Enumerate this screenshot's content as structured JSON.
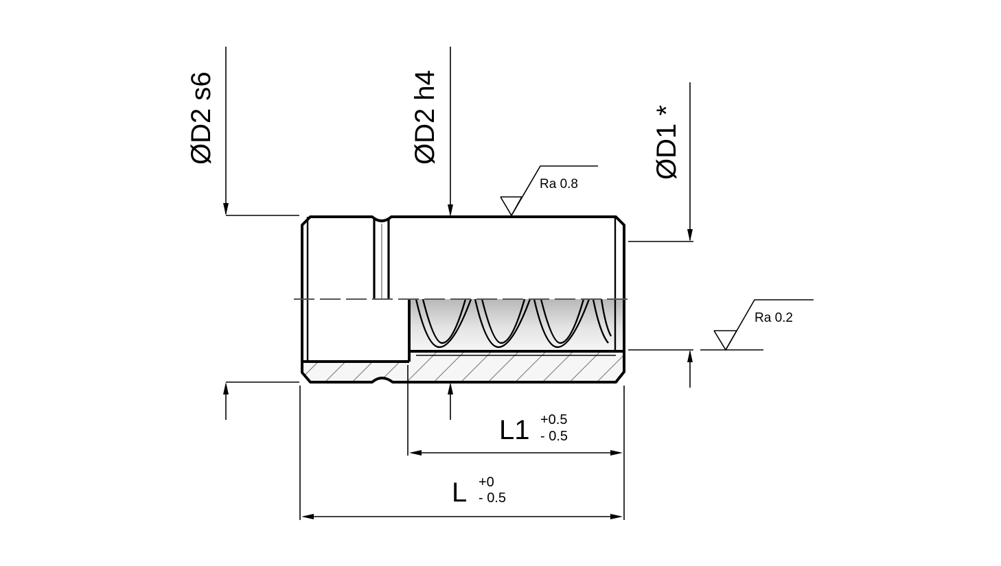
{
  "diameters": {
    "d2_s6": "ØD2 s6",
    "d2_h4": "ØD2 h4",
    "d1": "ØD1 *"
  },
  "lengths": {
    "l1": {
      "symbol": "L1",
      "upper": "+0.5",
      "lower": "- 0.5"
    },
    "l": {
      "symbol": "L",
      "upper": "+0",
      "lower": "- 0.5"
    }
  },
  "roughness": {
    "outer": "Ra 0.8",
    "bore": "Ra 0.2"
  },
  "colors": {
    "line": "#000000",
    "section_hatch": "#7a7a7a",
    "section_fill": "#f2f2f2",
    "bore_shading": "#d9d9d9"
  }
}
